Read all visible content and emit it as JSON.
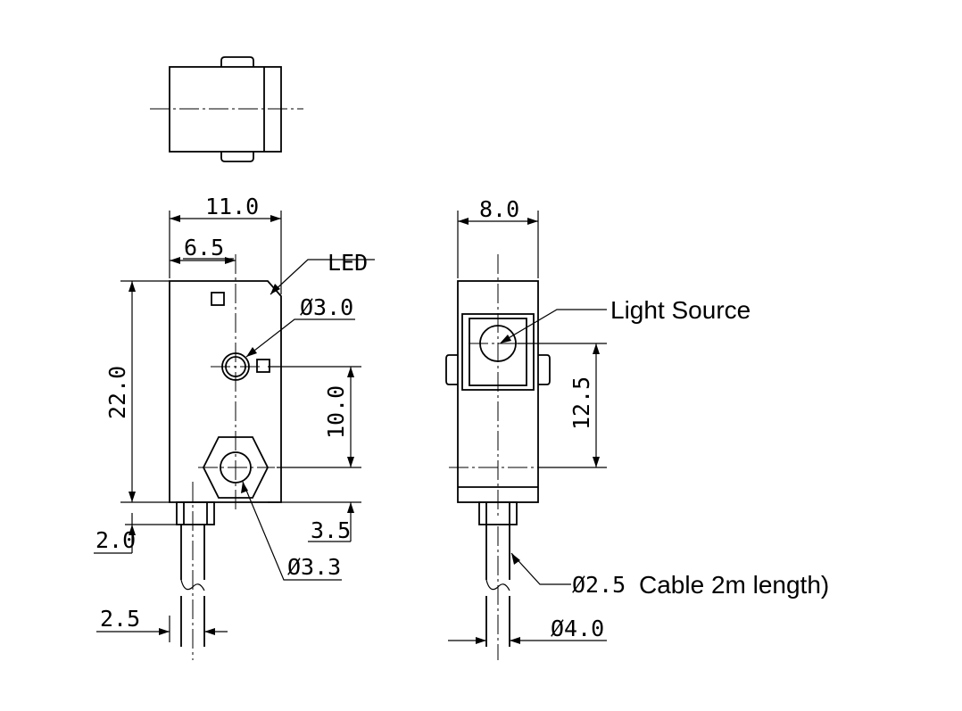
{
  "dimensions": {
    "width_total": "11.0",
    "width_offset": "6.5",
    "height_total": "22.0",
    "hole_spacing": "10.0",
    "hole_bottom": "3.5",
    "stem_height": "2.0",
    "stem_width": "2.5",
    "led_hole_dia": "Ø3.0",
    "mount_hole_dia": "Ø3.3",
    "side_width": "8.0",
    "source_height": "12.5",
    "cable_dia": "Ø2.5",
    "cable_outer_dia": "Ø4.0"
  },
  "labels": {
    "led": "LED",
    "light_source": "Light Source",
    "cable": "Cable   2m length)"
  }
}
